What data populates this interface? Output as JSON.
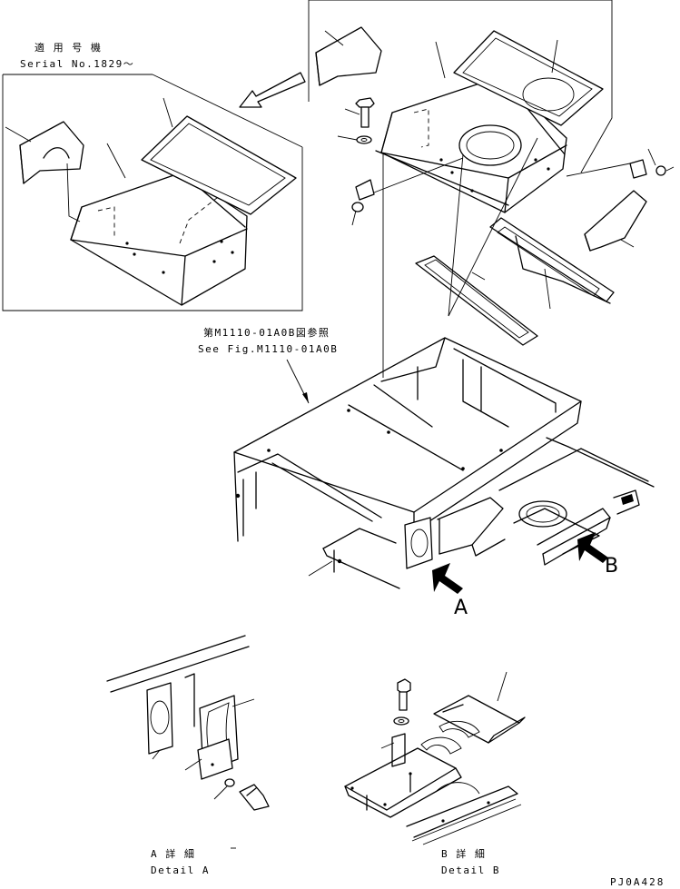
{
  "inset": {
    "label_jp": "適 用 号 機",
    "label_en": "Serial No.1829～"
  },
  "reference": {
    "label_jp": "第M1110-01A0B図参照",
    "label_en": "See Fig.M1110-01A0B"
  },
  "markers": {
    "a": "A",
    "b": "B"
  },
  "details": {
    "a_jp": "A 詳 細",
    "a_en": "Detail A",
    "b_jp": "B 詳 細",
    "b_en": "Detail B"
  },
  "drawing_code": "PJ0A428"
}
